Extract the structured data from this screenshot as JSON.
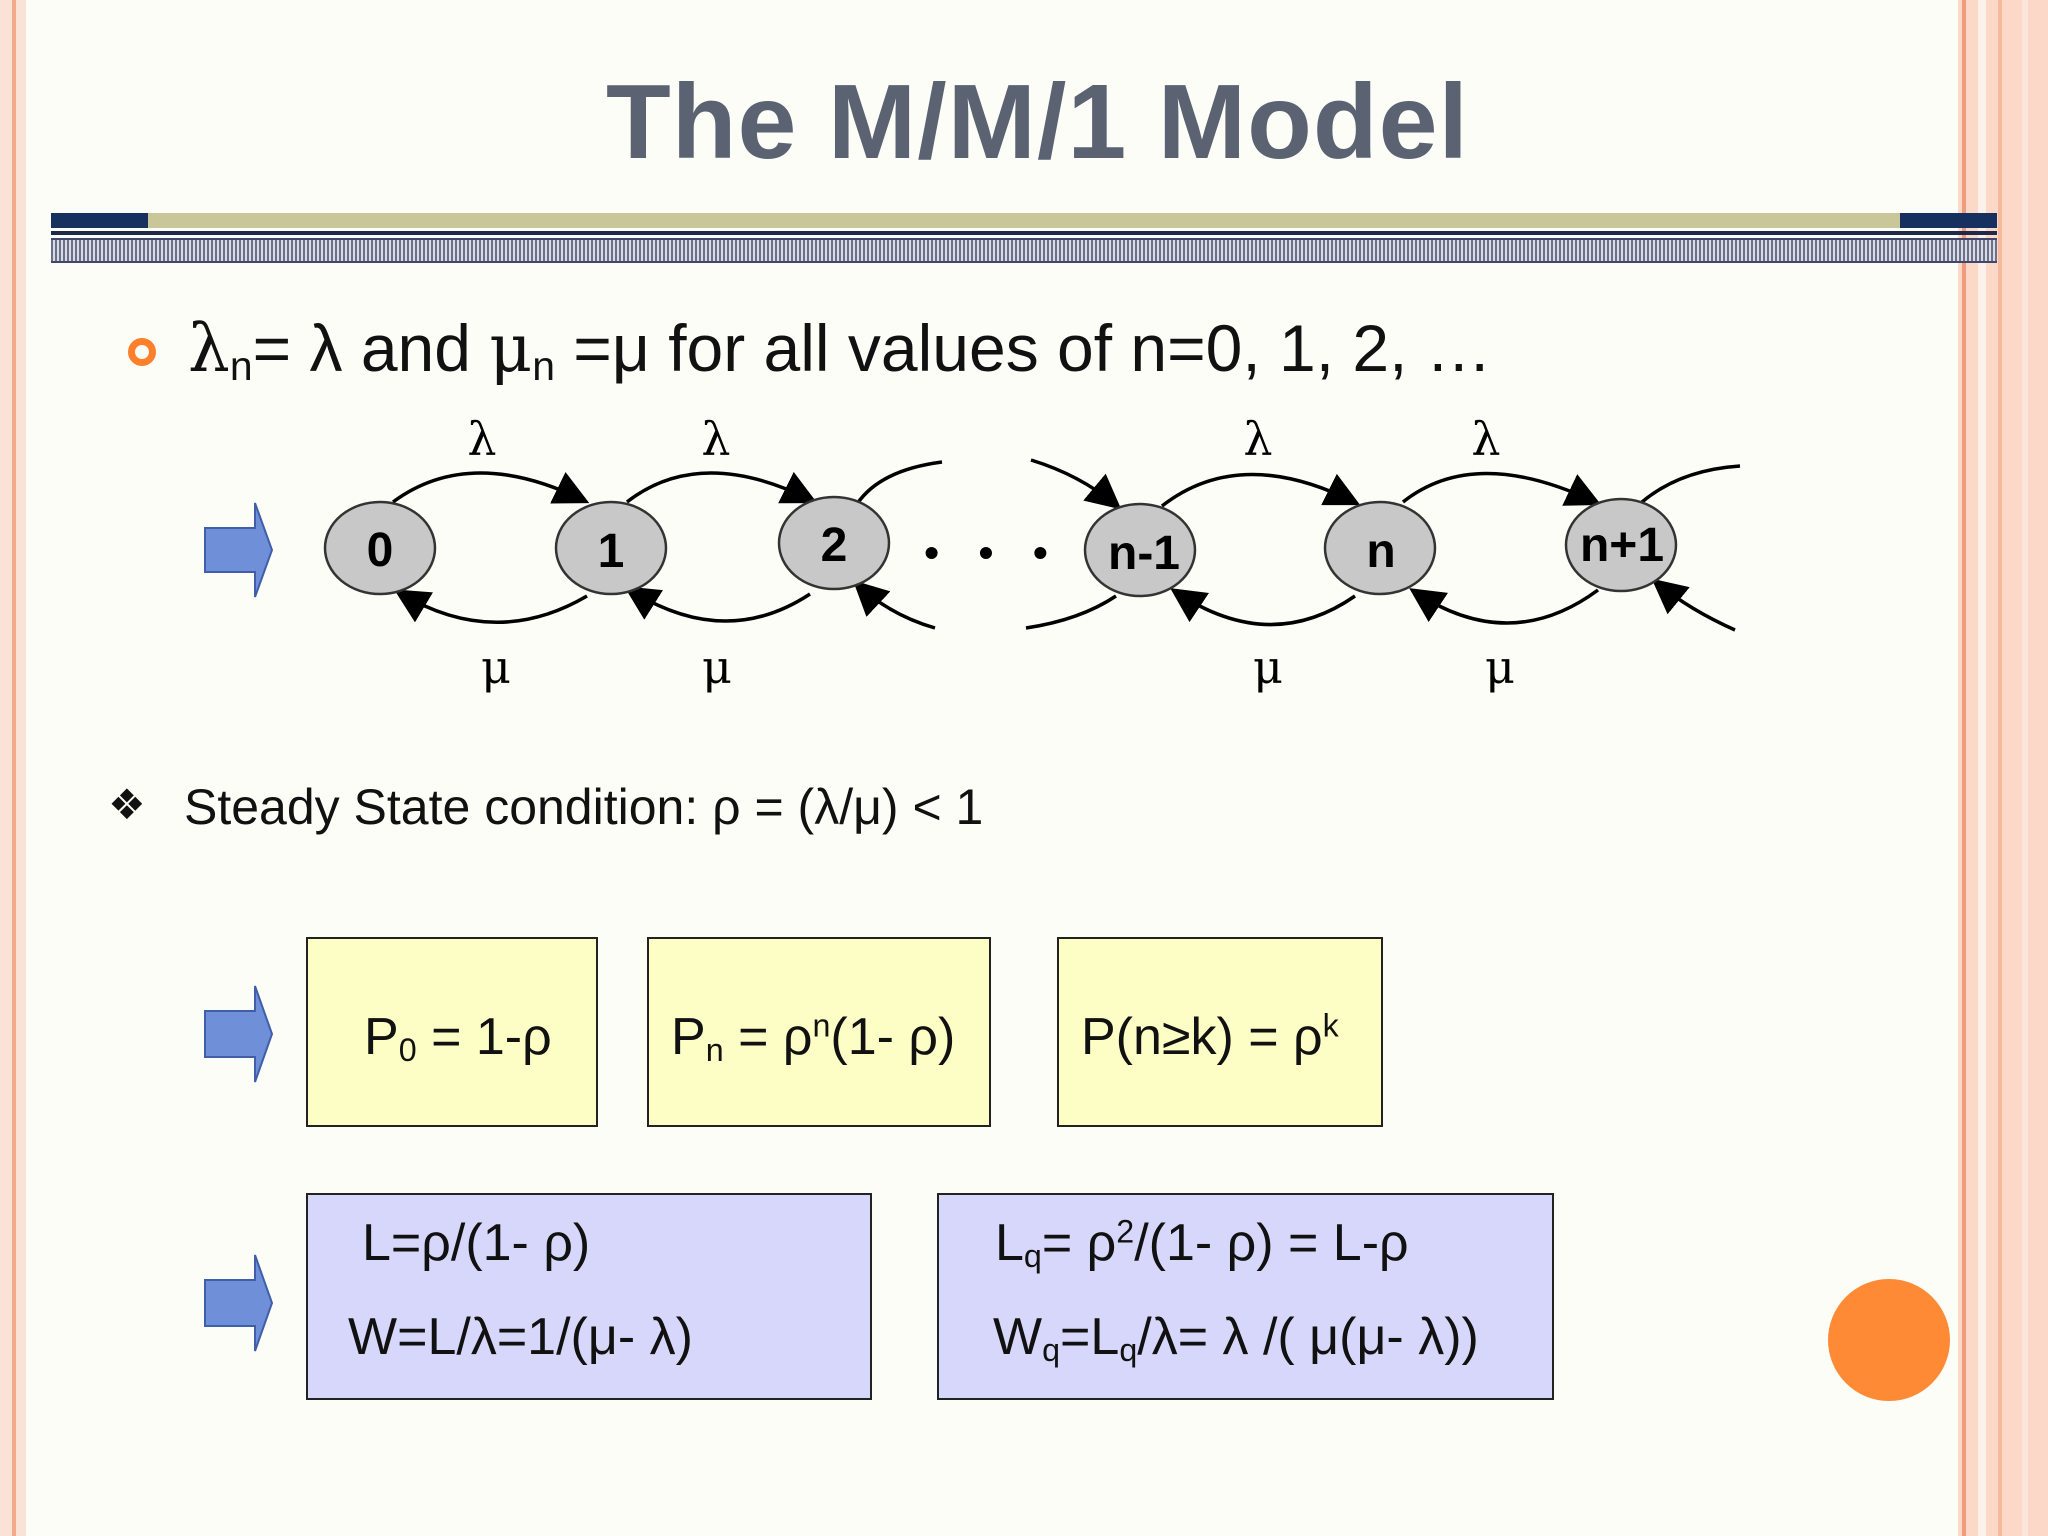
{
  "slide": {
    "title": "The M/M/1 Model",
    "bullet1": {
      "lambda_sym": "λ",
      "n": "n",
      "eq_lambda": "= λ and ",
      "mu_sym": "μ",
      "eq_mu": " =μ  for all values of n=0, 1, 2, …"
    },
    "diagram": {
      "states": [
        "0",
        "1",
        "2",
        "n-1",
        "n",
        "n+1"
      ],
      "ellipsis": "• • •",
      "arrival_label": "λ",
      "service_label": "μ"
    },
    "bullet2": {
      "glyph": "❖",
      "text": "Steady State condition: ρ = (λ/μ) < 1"
    },
    "boxes": {
      "p0": {
        "lhs": "P",
        "sub": "0",
        "rhs": " = 1-ρ"
      },
      "pn": {
        "lhs": "P",
        "sub": "n",
        "mid": " = ρ",
        "sup": "n",
        "rhs": "(1- ρ)"
      },
      "pk": {
        "lhs": "P(n≥k) = ρ",
        "sup": "k"
      },
      "L_box": {
        "line1": "L=ρ/(1- ρ)",
        "line2": "W=L/λ=1/(μ- λ)"
      },
      "Lq_box": {
        "l1a": "L",
        "l1sub": "q",
        "l1b": "= ρ",
        "l1sup": "2",
        "l1c": "/(1- ρ) = L-ρ",
        "l2a": "W",
        "l2sub": "q",
        "l2b": "=L",
        "l2sub2": "q",
        "l2c": "/λ= λ /( μ(μ- λ))"
      }
    },
    "colors": {
      "title": "#5b6373",
      "accent": "#ff7f2a",
      "arrow_fill": "#6f8fd9",
      "node_fill": "#c8c8c8",
      "box_yellow": "#fdfdc6",
      "box_lavender": "#d7d7fb"
    }
  }
}
